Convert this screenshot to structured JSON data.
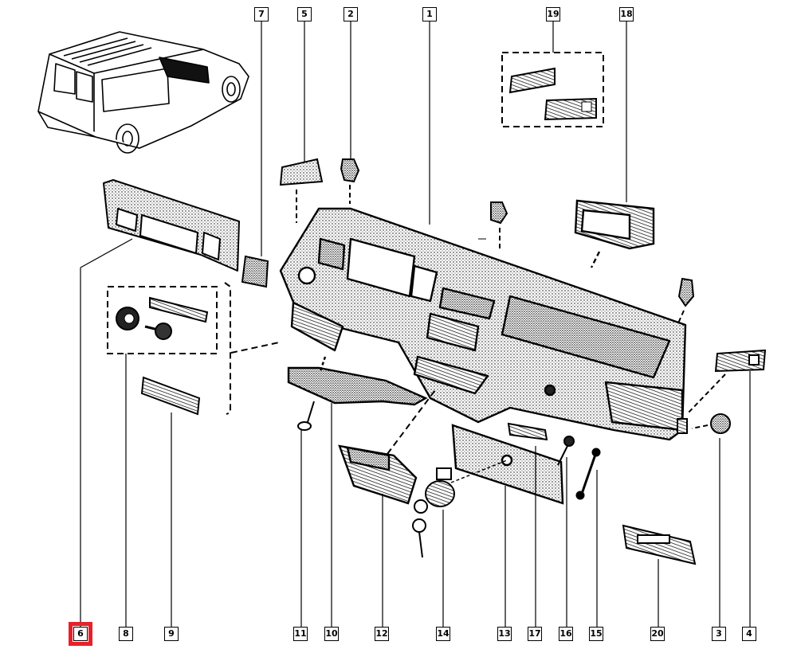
{
  "diagram": {
    "title": "Dashboard assembly exploded view",
    "highlight_color": "#e8202a",
    "selected_callout": "6",
    "callouts": [
      {
        "id": "7",
        "label": "7"
      },
      {
        "id": "5",
        "label": "5"
      },
      {
        "id": "2",
        "label": "2"
      },
      {
        "id": "1",
        "label": "1"
      },
      {
        "id": "19",
        "label": "19"
      },
      {
        "id": "18",
        "label": "18"
      },
      {
        "id": "6",
        "label": "6"
      },
      {
        "id": "8",
        "label": "8"
      },
      {
        "id": "9",
        "label": "9"
      },
      {
        "id": "11",
        "label": "11"
      },
      {
        "id": "10",
        "label": "10"
      },
      {
        "id": "12",
        "label": "12"
      },
      {
        "id": "14",
        "label": "14"
      },
      {
        "id": "13",
        "label": "13"
      },
      {
        "id": "17",
        "label": "17"
      },
      {
        "id": "16",
        "label": "16"
      },
      {
        "id": "15",
        "label": "15"
      },
      {
        "id": "20",
        "label": "20"
      },
      {
        "id": "3",
        "label": "3"
      },
      {
        "id": "4",
        "label": "4"
      }
    ],
    "parts": [
      {
        "id": "vehicle",
        "name": "van-location-illustration"
      },
      {
        "id": "1",
        "name": "dashboard-main"
      },
      {
        "id": "2",
        "name": "clip-2"
      },
      {
        "id": "3",
        "name": "fastener-3"
      },
      {
        "id": "4",
        "name": "bracket-4"
      },
      {
        "id": "5",
        "name": "bracket-5"
      },
      {
        "id": "6",
        "name": "instrument-surround"
      },
      {
        "id": "7",
        "name": "blanking-cover"
      },
      {
        "id": "8",
        "name": "knob-kit"
      },
      {
        "id": "9",
        "name": "side-air-vent"
      },
      {
        "id": "10",
        "name": "lower-trim-panel"
      },
      {
        "id": "11",
        "name": "screw"
      },
      {
        "id": "12",
        "name": "storage-tray"
      },
      {
        "id": "13",
        "name": "glovebox-lid"
      },
      {
        "id": "14",
        "name": "lock-and-keys"
      },
      {
        "id": "15",
        "name": "check-strap"
      },
      {
        "id": "16",
        "name": "buffer"
      },
      {
        "id": "17",
        "name": "handle"
      },
      {
        "id": "18",
        "name": "central-vent"
      },
      {
        "id": "19",
        "name": "bracket-kit"
      },
      {
        "id": "20",
        "name": "switch-panel"
      }
    ]
  }
}
